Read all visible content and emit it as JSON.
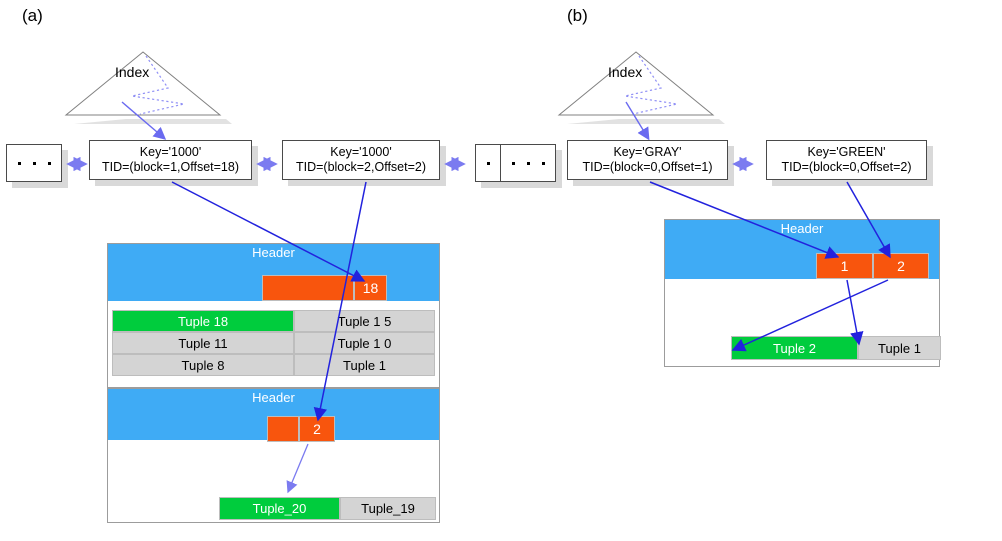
{
  "figure": {
    "panels": [
      {
        "id": "a",
        "label": "(a)",
        "index": {
          "label": "Index"
        },
        "entries": [
          {
            "name": "ellipsis-left",
            "type": "ellipsis",
            "dots": 3
          },
          {
            "name": "index-entry-1",
            "type": "key",
            "line1": "Key='1000'",
            "line2": "TID=(block=1,Offset=18)"
          },
          {
            "name": "index-entry-2",
            "type": "key",
            "line1": "Key='1000'",
            "line2": "TID=(block=2,Offset=2)"
          },
          {
            "name": "ellipsis-right",
            "type": "ellipsis",
            "dots": 3
          }
        ],
        "blocks": [
          {
            "name": "heap-block-1",
            "header": "Header",
            "slots": [
              {
                "value": "",
                "wide": true
              },
              {
                "value": "18",
                "wide": false
              }
            ],
            "tuples": [
              [
                {
                  "label": "Tuple 18",
                  "color": "green"
                },
                {
                  "label": "Tuple 1 5",
                  "color": "gray"
                }
              ],
              [
                {
                  "label": "Tuple 11",
                  "color": "gray"
                },
                {
                  "label": "Tuple 1 0",
                  "color": "gray"
                }
              ],
              [
                {
                  "label": "Tuple 8",
                  "color": "gray"
                },
                {
                  "label": "Tuple 1",
                  "color": "gray"
                }
              ]
            ]
          },
          {
            "name": "heap-block-2",
            "header": "Header",
            "slots": [
              {
                "value": "",
                "wide": false
              },
              {
                "value": "2",
                "wide": false
              }
            ],
            "tuples": [
              [
                {
                  "label": "Tuple_20",
                  "color": "green"
                },
                {
                  "label": "Tuple_19",
                  "color": "gray"
                }
              ]
            ]
          }
        ]
      },
      {
        "id": "b",
        "label": "(b)",
        "index": {
          "label": "Index"
        },
        "entries": [
          {
            "name": "ellipsis-left",
            "type": "ellipsis",
            "dots": 3
          },
          {
            "name": "index-entry-gray",
            "type": "key",
            "line1": "Key='GRAY'",
            "line2": "TID=(block=0,Offset=1)"
          },
          {
            "name": "index-entry-green",
            "type": "key",
            "line1": "Key='GREEN'",
            "line2": "TID=(block=0,Offset=2)"
          }
        ],
        "blocks": [
          {
            "name": "heap-block-0",
            "header": "Header",
            "slots": [
              {
                "value": "1",
                "wide": false
              },
              {
                "value": "2",
                "wide": false
              }
            ],
            "tuples": [
              [
                {
                  "label": "Tuple 2",
                  "color": "green"
                },
                {
                  "label": "Tuple 1",
                  "color": "gray"
                }
              ]
            ]
          }
        ]
      }
    ]
  },
  "colors": {
    "header_blue": "#3fabf5",
    "slot_orange": "#f8550d",
    "tuple_green": "#00cc3d",
    "tuple_gray": "#d4d4d4",
    "arrow_blue": "#2222dd",
    "arrow_light": "#7b7bf0",
    "shadow_gray": "#d9d9d9",
    "outline_gray": "#4a4a4a"
  }
}
